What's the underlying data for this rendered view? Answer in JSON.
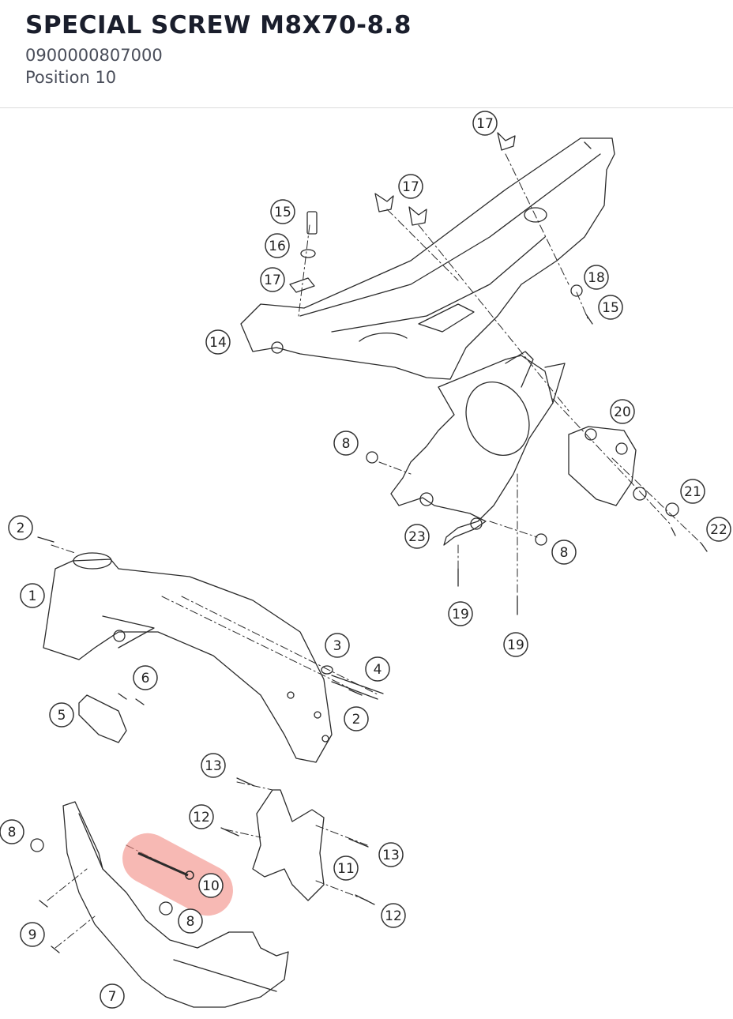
{
  "part": {
    "title": "SPECIAL SCREW M8X70-8.8",
    "number": "0900000807000",
    "position": "Position 10"
  },
  "highlight_color": "#f28b82",
  "callouts": [
    "17",
    "17",
    "15",
    "16",
    "17",
    "18",
    "15",
    "14",
    "20",
    "8",
    "21",
    "22",
    "23",
    "8",
    "2",
    "19",
    "1",
    "19",
    "3",
    "4",
    "6",
    "5",
    "2",
    "13",
    "12",
    "8",
    "13",
    "11",
    "10",
    "8",
    "9",
    "12",
    "7"
  ]
}
